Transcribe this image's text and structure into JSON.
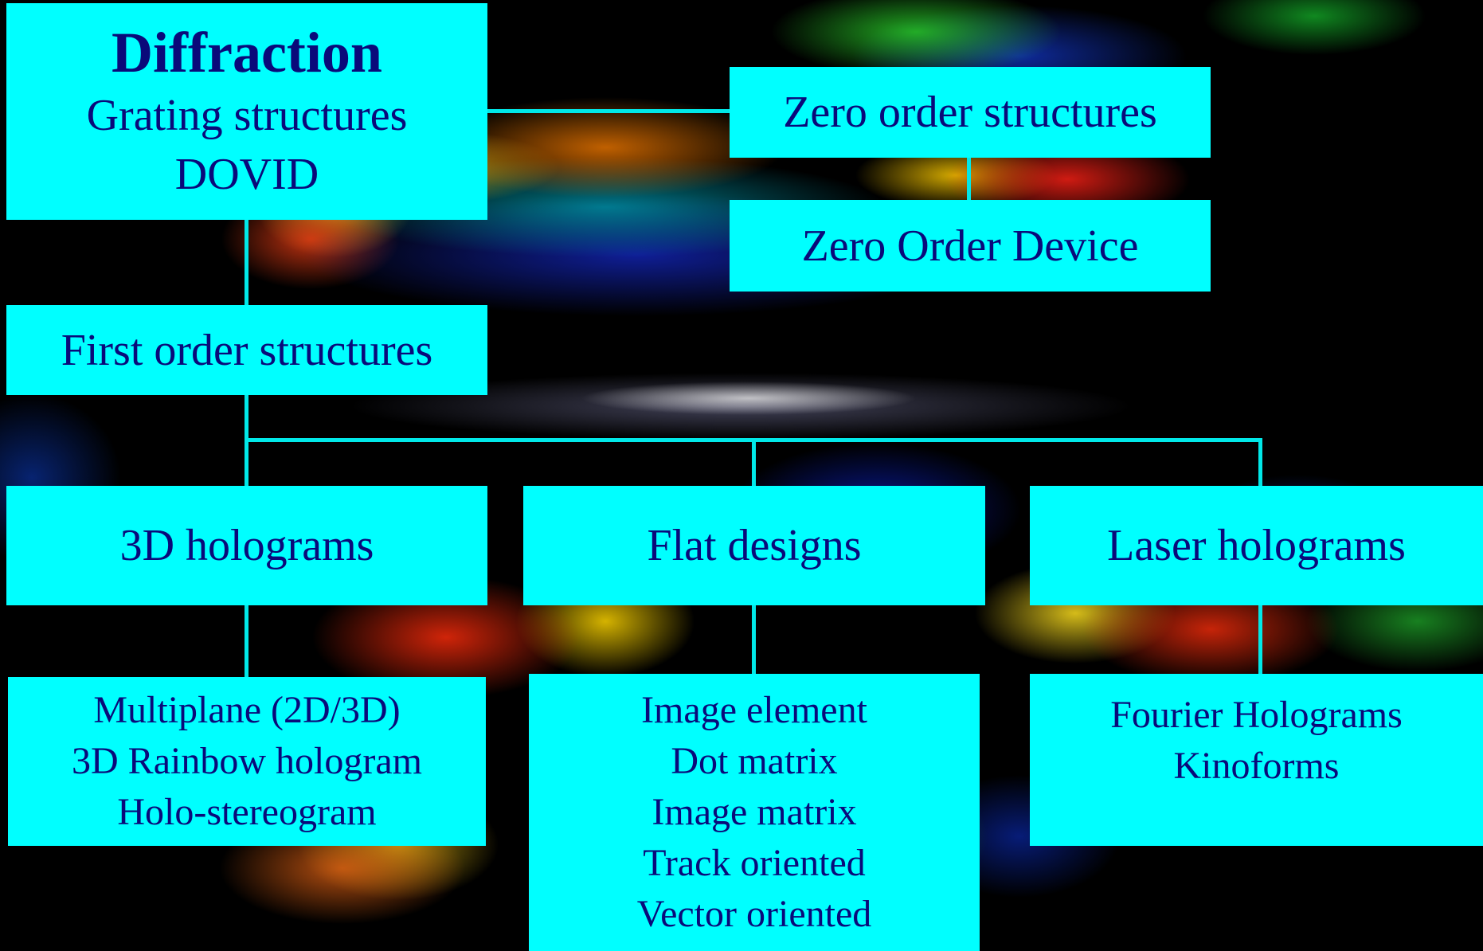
{
  "diffraction": {
    "title": "Diffraction",
    "lines": [
      "Grating structures",
      "DOVID"
    ]
  },
  "zero_order": {
    "label": "Zero order structures",
    "device": "Zero Order Device"
  },
  "first_order": {
    "label": "First order structures"
  },
  "categories": [
    {
      "label": "3D holograms",
      "items": [
        "Multiplane (2D/3D)",
        "3D Rainbow hologram",
        "Holo-stereogram"
      ]
    },
    {
      "label": "Flat designs",
      "items": [
        "Image element",
        "Dot matrix",
        "Image matrix",
        "Track oriented",
        "Vector oriented"
      ]
    },
    {
      "label": "Laser holograms",
      "items": [
        "Fourier Holograms",
        "Kinoforms"
      ]
    }
  ],
  "colors": {
    "box": "#00ffff",
    "text": "#0a0a7a",
    "connector": "#00e8e8",
    "background": "#000000"
  }
}
